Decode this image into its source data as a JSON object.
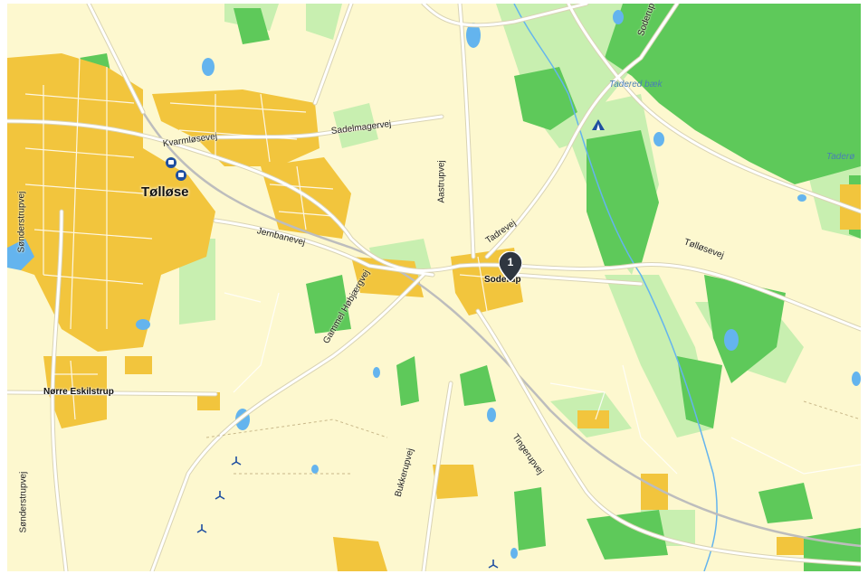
{
  "towns": {
    "tolose": "Tølløse",
    "soderup": "Soderup",
    "norre_eskilstrup": "Nørre Eskilstrup"
  },
  "roads": {
    "kvarmlosevej": "Kvarmløsevej",
    "sadelmagervej": "Sadelmagervej",
    "jernbanevej": "Jernbanevej",
    "aastrupvej": "Aastrupvej",
    "tadrevej": "Tadrevej",
    "gammel_hobjaergvej": "Gammel Høbjærgvej",
    "tolosevej": "Tølløsevej",
    "sonderstrupvej_north": "Sønderstrupvej",
    "sonderstrupvej_south": "Sønderstrupvej",
    "bukkerupvej": "Bukkerupvej",
    "tingerupvej": "Tingerupvej",
    "soderup_top": "Soderup"
  },
  "water": {
    "taderod_baek": "Tadered bæk",
    "tadero_edge": "Taderø"
  },
  "marker": {
    "number": "1",
    "color": "#2f3640"
  },
  "colors": {
    "land": "#fdf8cf",
    "urban": "#f2c53d",
    "forest": "#5ec95a",
    "meadow": "#c8efb0",
    "water": "#64b4ee",
    "road": "#ffffff"
  },
  "icons": [
    "bus-station-icon",
    "campsite-icon",
    "wind-turbine-icon"
  ]
}
